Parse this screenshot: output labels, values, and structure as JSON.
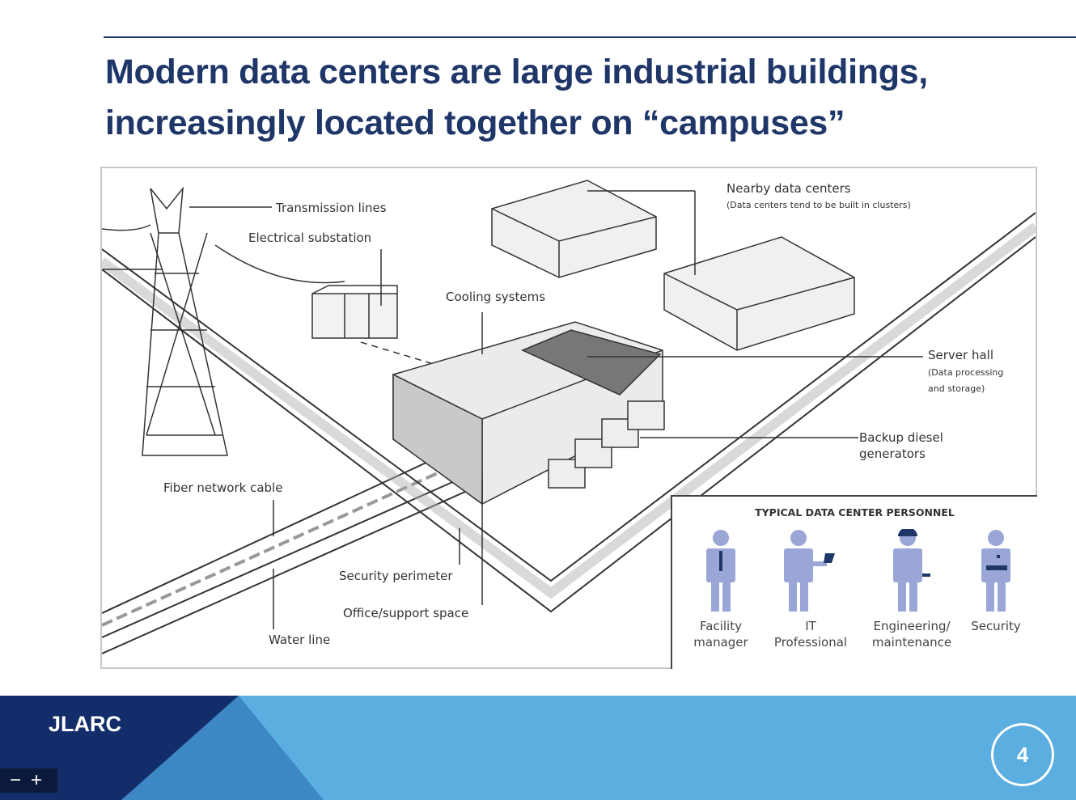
{
  "slide": {
    "title_line1": "Modern data centers are large industrial buildings,",
    "title_line2": "increasingly located together on “campuses”",
    "page_number": "4"
  },
  "diagram": {
    "labels": {
      "transmission_lines": "Transmission lines",
      "electrical_substation": "Electrical substation",
      "cooling_systems": "Cooling systems",
      "nearby_data_centers": "Nearby data centers",
      "nearby_data_centers_note": "(Data centers tend to be built in clusters)",
      "server_hall": "Server hall",
      "server_hall_note1": "(Data processing",
      "server_hall_note2": "and storage)",
      "backup_generators1": "Backup diesel",
      "backup_generators2": "generators",
      "fiber_network_cable": "Fiber network cable",
      "security_perimeter": "Security perimeter",
      "office_support_space": "Office/support space",
      "water_line": "Water line"
    },
    "personnel": {
      "title": "TYPICAL DATA CENTER PERSONNEL",
      "roles": [
        {
          "line1": "Facility",
          "line2": "manager"
        },
        {
          "line1": "IT",
          "line2": "Professional"
        },
        {
          "line1": "Engineering/",
          "line2": "maintenance"
        },
        {
          "line1": "Security",
          "line2": ""
        }
      ]
    },
    "colors": {
      "person": "#9aa6d6",
      "accent": "#1f3668"
    }
  },
  "footer": {
    "brand": "JLARC",
    "zoom_out": "−",
    "zoom_in": "+"
  }
}
